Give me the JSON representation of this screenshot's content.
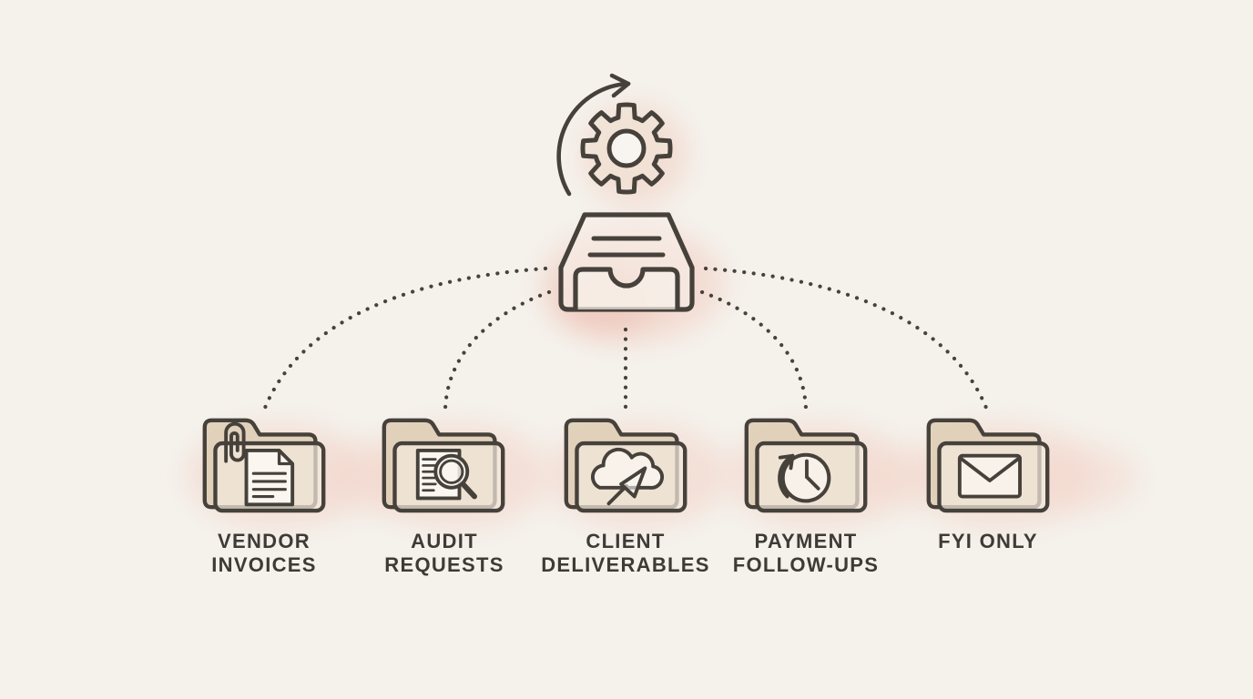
{
  "diagram": {
    "type": "email-auto-sorting-flow",
    "hub": {
      "top_icon": "rotate-gear-icon",
      "hub_icon": "inbox-tray-icon"
    },
    "folders": [
      {
        "label": "VENDOR INVOICES",
        "line1": "VENDOR",
        "line2": "INVOICES",
        "icon": "invoice-document-paperclip-icon"
      },
      {
        "label": "AUDIT REQUESTS",
        "line1": "AUDIT",
        "line2": "REQUESTS",
        "icon": "document-magnifier-icon"
      },
      {
        "label": "CLIENT DELIVERABLES",
        "line1": "CLIENT",
        "line2": "DELIVERABLES",
        "icon": "cloud-send-arrow-icon"
      },
      {
        "label": "PAYMENT FOLLOW-UPS",
        "line1": "PAYMENT",
        "line2": "FOLLOW-UPS",
        "icon": "clock-history-icon"
      },
      {
        "label": "FYI ONLY",
        "line1": "FYI ONLY",
        "line2": "",
        "icon": "envelope-icon"
      }
    ],
    "connector_style": "dotted",
    "colors": {
      "background": "#f5f2ec",
      "ink": "#46413b",
      "folder_back": "#ddcdb4",
      "folder_front": "#f3e9dc",
      "watercolor_pink": "#f0cfc3",
      "label_text": "#3e3a36"
    }
  }
}
